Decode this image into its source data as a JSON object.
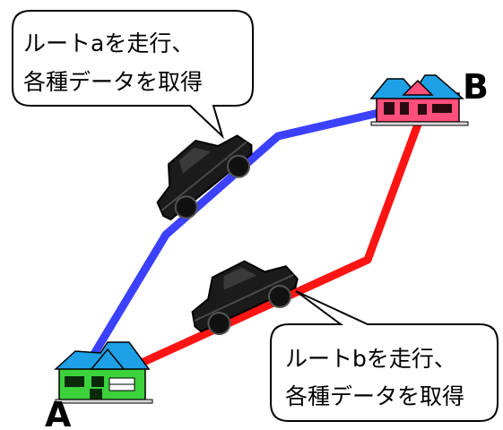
{
  "callout_route_a": {
    "line1": "ルートaを走行、",
    "line2": "各種データを取得"
  },
  "callout_route_b": {
    "line1": "ルートbを走行、",
    "line2": "各種データを取得"
  },
  "point_a_label": "A",
  "point_b_label": "B",
  "colors": {
    "route_a": "#3c40ff",
    "route_b": "#ff1414",
    "house_a_wall": "#3cd23c",
    "house_a_roof": "#1ea0e6",
    "house_b_wall": "#ff4f7a",
    "house_b_roof": "#1ea0e6",
    "car": "#1b1b1b"
  },
  "icons": [
    "house-icon",
    "car-icon"
  ]
}
